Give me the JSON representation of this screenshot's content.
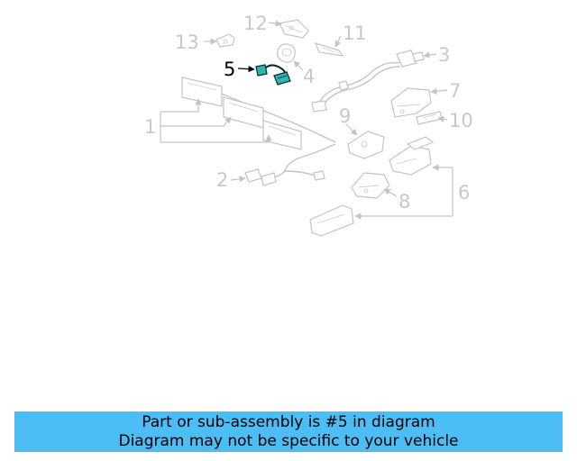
{
  "diagram": {
    "callouts": {
      "c1": "1",
      "c2": "2",
      "c3": "3",
      "c4": "4",
      "c5": "5",
      "c6": "6",
      "c7": "7",
      "c8": "8",
      "c9": "9",
      "c10": "10",
      "c11": "11",
      "c12": "12",
      "c13": "13"
    },
    "highlighted_part": "5",
    "colors": {
      "highlight": "#2bb5b5",
      "callout_inactive": "#c8c8c8",
      "callout_active": "#000000",
      "banner": "#4dbdf6"
    }
  },
  "banner": {
    "line1": "Part or sub-assembly is #5 in diagram",
    "line2": "Diagram may not be specific to your vehicle"
  }
}
